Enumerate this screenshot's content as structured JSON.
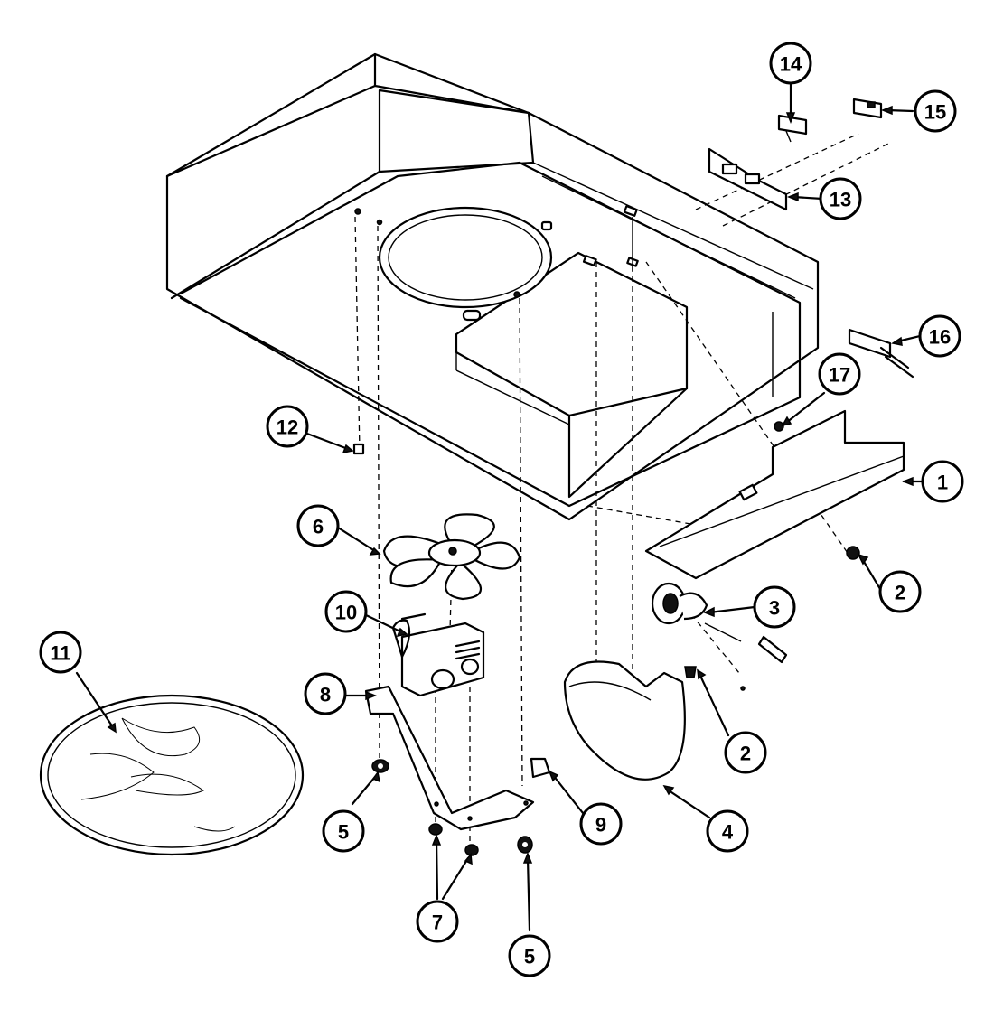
{
  "callouts": [
    {
      "label": "1"
    },
    {
      "label": "2"
    },
    {
      "label": "2"
    },
    {
      "label": "3"
    },
    {
      "label": "4"
    },
    {
      "label": "5"
    },
    {
      "label": "5"
    },
    {
      "label": "6"
    },
    {
      "label": "7"
    },
    {
      "label": "8"
    },
    {
      "label": "9"
    },
    {
      "label": "10"
    },
    {
      "label": "11"
    },
    {
      "label": "12"
    },
    {
      "label": "13"
    },
    {
      "label": "14"
    },
    {
      "label": "15"
    },
    {
      "label": "16"
    },
    {
      "label": "17"
    }
  ]
}
